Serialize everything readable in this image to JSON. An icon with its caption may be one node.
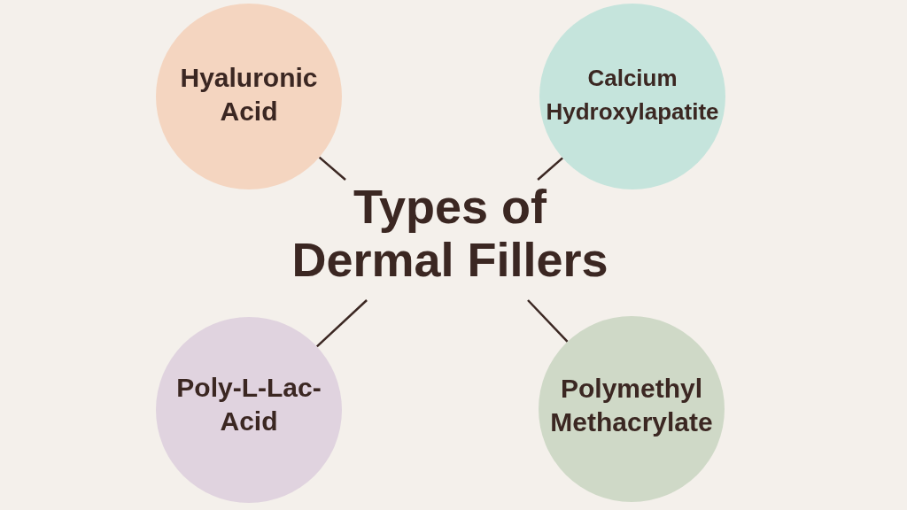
{
  "diagram": {
    "nodes": [
      {
        "text": [
          "Hyaluronic Acid"
        ]
      },
      {
        "text": [
          "Calcium Hydroxylapatite"
        ]
      },
      {
        "text": [
          "Types of Dermal Fillers"
        ]
      },
      {
        "text": [
          "Poly-L-Lac-Acid"
        ]
      },
      {
        "text": [
          "Polymethyl Methacrylate"
        ]
      }
    ],
    "edges": [
      {
        "from": 2,
        "to": 0,
        "arrow": "none"
      },
      {
        "from": 2,
        "to": 1,
        "arrow": "none"
      },
      {
        "from": 2,
        "to": 3,
        "arrow": "none"
      },
      {
        "from": 2,
        "to": 4,
        "arrow": "none"
      }
    ]
  }
}
